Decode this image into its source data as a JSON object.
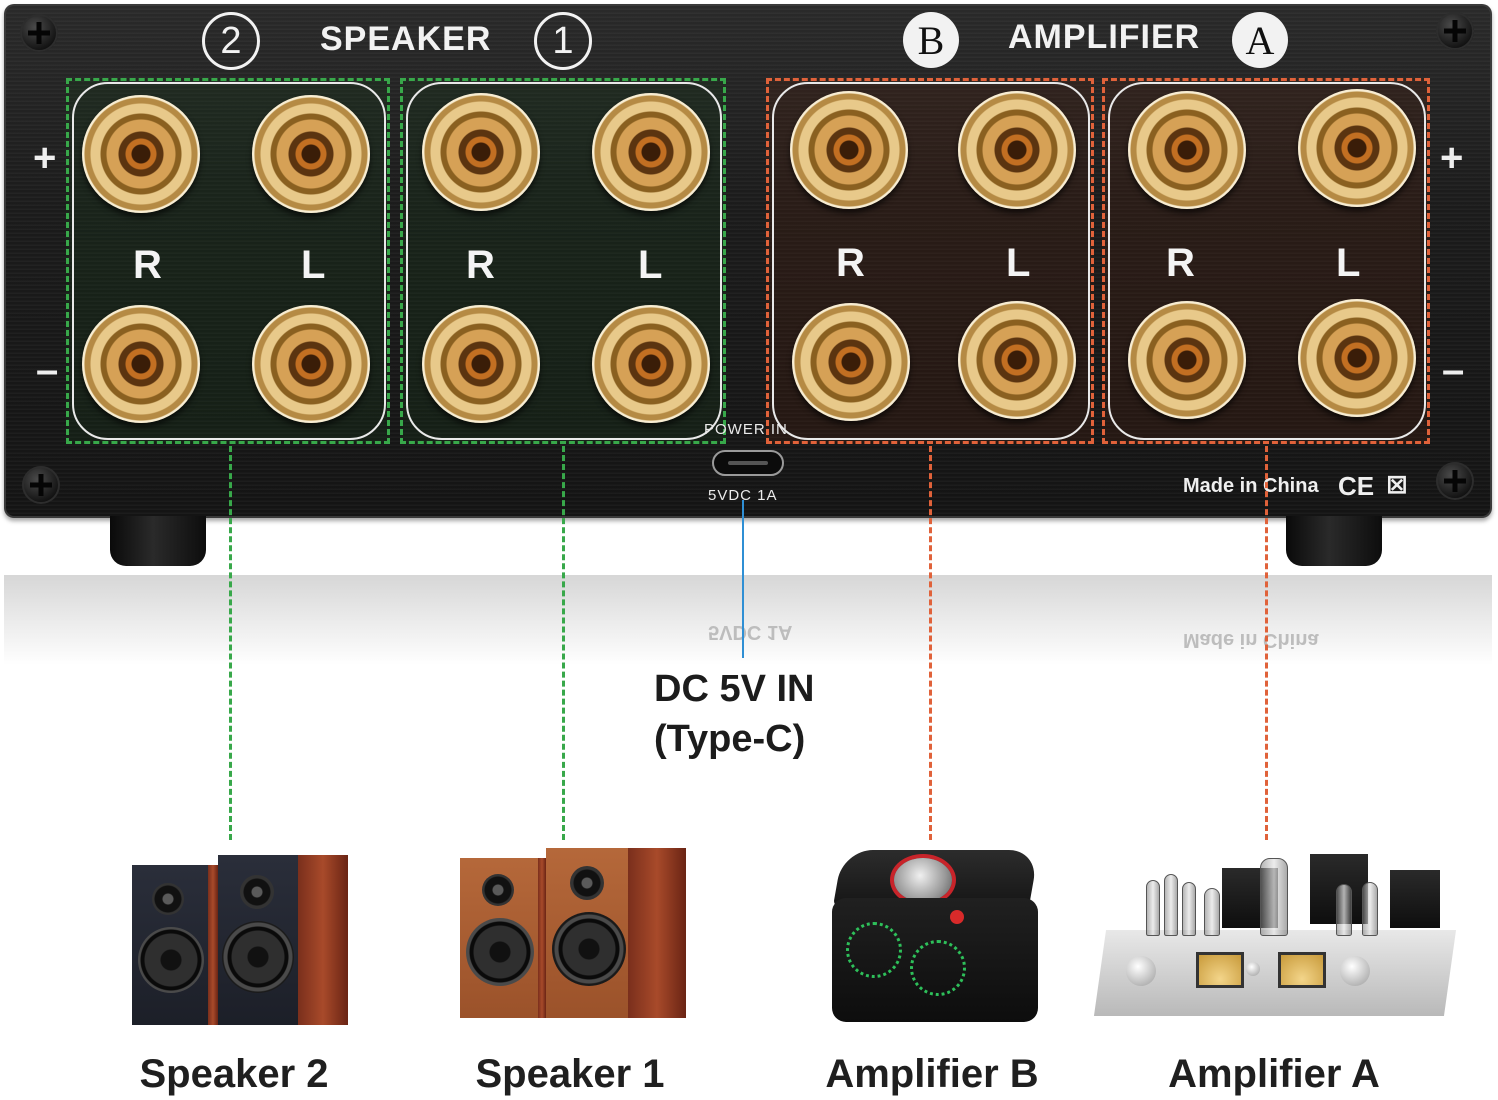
{
  "panel": {
    "speaker_heading": "SPEAKER",
    "amplifier_heading": "AMPLIFIER",
    "marker_speaker_2": "2",
    "marker_speaker_1": "1",
    "marker_amp_b": "B",
    "marker_amp_a": "A",
    "plus_sign": "+",
    "minus_sign": "–",
    "channel_right": "R",
    "channel_left": "L",
    "power_in_label": "POWER IN",
    "power_spec": "5VDC 1A",
    "made_in": "Made in China",
    "ce_mark": "CE",
    "weee_mark": "⊠"
  },
  "reflection": {
    "power_spec": "5VDC 1A",
    "made_in": "Made in China"
  },
  "callout": {
    "line1": "DC 5V IN",
    "line2": "(Type-C)"
  },
  "devices": [
    {
      "label": "Speaker 2"
    },
    {
      "label": "Speaker 1"
    },
    {
      "label": "Amplifier B"
    },
    {
      "label": "Amplifier A"
    }
  ],
  "colors": {
    "speaker_group": "#38a84a",
    "amplifier_group": "#e0623a",
    "power_line": "#2f8fd4"
  }
}
